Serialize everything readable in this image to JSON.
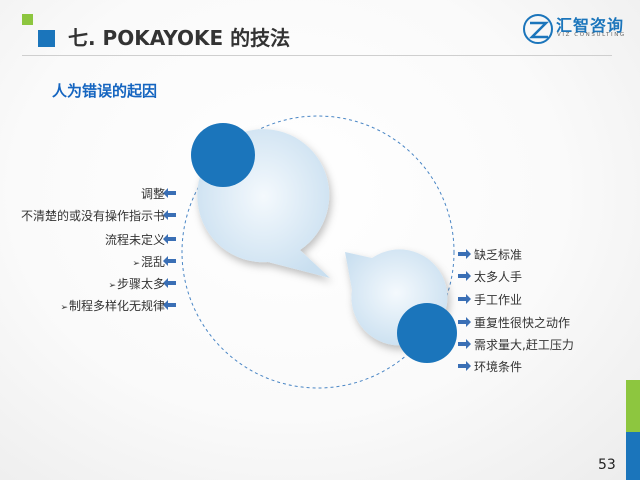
{
  "header": {
    "title": "七. POKAYOKE 的技法",
    "logo_name": "汇智咨询",
    "logo_sub": "VIZ CONSULTING"
  },
  "subtitle": "人为错误的起因",
  "left_items": [
    "调整",
    "不清楚的或没有操作指示书",
    "流程未定义",
    "混乱",
    "步骤太多",
    "制程多样化无规律"
  ],
  "right_items": [
    "缺乏标准",
    "太多人手",
    "手工作业",
    "重复性很快之动作",
    "需求量大,赶工压力",
    "环境条件"
  ],
  "page_number": "53",
  "colors": {
    "accent_blue": "#1b75bb",
    "accent_green": "#8dc63f",
    "title_blue": "#1565c0"
  }
}
